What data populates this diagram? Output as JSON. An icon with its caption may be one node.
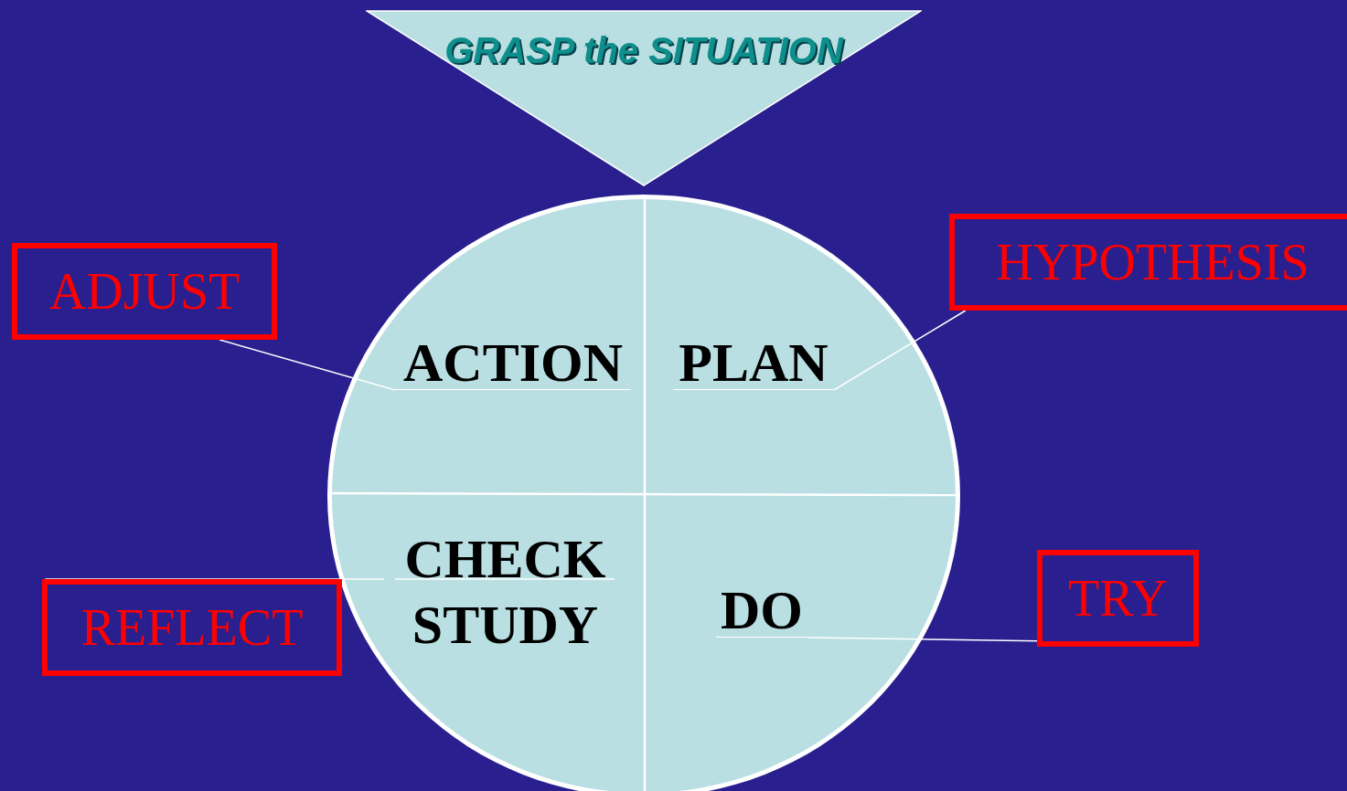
{
  "diagram": {
    "nodes": [
      {
        "text": [
          "GRASP the SITUATION"
        ]
      },
      {
        "text": [],
        "shape": "circle"
      },
      {
        "text": [
          "ACTION"
        ],
        "in": 1
      },
      {
        "text": [
          "PLAN"
        ],
        "in": 1
      },
      {
        "text": [
          "CHECK STUDY"
        ],
        "in": 1
      },
      {
        "text": [
          "DO"
        ],
        "in": 1
      },
      {
        "text": [
          "ADJUST"
        ]
      },
      {
        "text": [
          "HYPOTHESIS"
        ]
      },
      {
        "text": [
          "REFLECT"
        ]
      },
      {
        "text": [
          "TRY"
        ]
      }
    ],
    "edges": [
      {
        "from": 6,
        "to": 2,
        "arrow": "none"
      },
      {
        "from": 7,
        "to": 3,
        "arrow": "none"
      },
      {
        "from": 8,
        "to": 4,
        "arrow": "none"
      },
      {
        "from": 9,
        "to": 5,
        "arrow": "none"
      }
    ]
  }
}
